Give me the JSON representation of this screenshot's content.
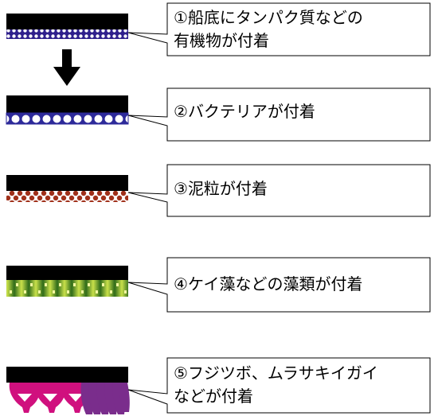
{
  "stages": [
    {
      "number": "①",
      "text": "船底にタンパク質などの",
      "text2": "有機物が付着",
      "layer": "organic-film"
    },
    {
      "number": "②",
      "text": "バクテリアが付着",
      "layer": "bacteria"
    },
    {
      "number": "③",
      "text": "泥粒が付着",
      "layer": "mud-particles"
    },
    {
      "number": "④",
      "text": "ケイ藻などの藻類が付着",
      "layer": "algae"
    },
    {
      "number": "⑤",
      "text": "フジツボ、ムラサキイガイ",
      "text2": "などが付着",
      "layer": "barnacles-mussels"
    }
  ],
  "colors": {
    "hull": "#000000",
    "organic": "#2e1f8c",
    "bacteria": "#2d2a9a",
    "mud": "#a0301a",
    "algae_dark": "#2f6b1a",
    "algae_light": "#c9e04a",
    "barnacle": "#d0107e",
    "mussel": "#7a2d8c"
  },
  "icons": {
    "arrow": "down-arrow-icon"
  }
}
